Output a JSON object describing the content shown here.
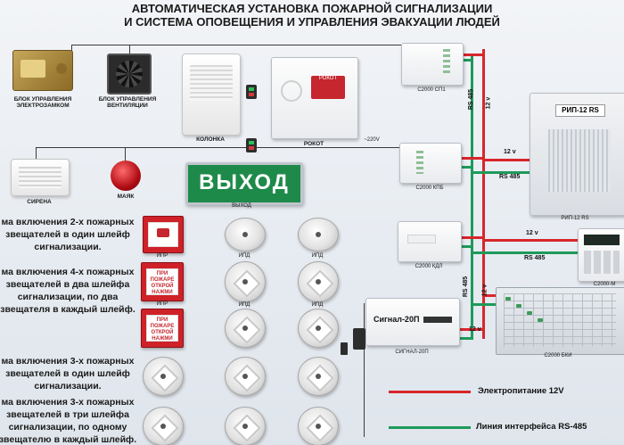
{
  "title": {
    "line1": "АВТОМАТИЧЕСКАЯ УСТАНОВКА  ПОЖАРНОЙ СИГНАЛИЗАЦИИ",
    "line2": "И СИСТЕМА ОПОВЕЩЕНИЯ И УПРАВЛЕНИЯ ЭВАКУАЦИИ ЛЮДЕЙ"
  },
  "devices": {
    "lock_label": "БЛОК УПРАВЛЕНИЯ ЭЛЕКТРОЗАМКОМ",
    "fan_label": "БЛОК УПРАВЛЕНИЯ ВЕНТИЛЯЦИИ",
    "speaker_label": "КОЛОНКА",
    "rokot_label": "РОКОТ",
    "rokot_panel": "РОКОТ",
    "rokot_voltage": "~220V",
    "siren_label": "СИРЕНА",
    "beacon_label": "МАЯК",
    "exit_sign": "ВЫХОД",
    "exit_label": "ВЫХОД",
    "s2000sp1_label": "С2000 СП1",
    "s2000kpb_label": "С2000 КПБ",
    "s2000kdl_label": "С2000 КДЛ",
    "rip_panel": "РИП-12 RS",
    "rip_label": "РИП-12 RS",
    "signal_brand": "Сигнал-20П",
    "signal_label": "СИГНАЛ-20П",
    "bki_label": "С2000 БКИ",
    "c2000m_label": "С2000-М"
  },
  "bus_labels": {
    "rs485_v1": "RS 485",
    "v12_v1": "12 v",
    "v12_h1": "12 v",
    "rs485_h1": "RS 485",
    "v12_h2": "12 v",
    "rs485_h2": "RS 485",
    "rs485_v2": "RS 485",
    "v12_v2": "12 v",
    "v12_h3": "12 v"
  },
  "detector_labels": {
    "ipr": "ИПР",
    "ipd": "ИПД"
  },
  "manual_text": "ПРИ ПОЖАРЕ ОТКРОЙ НАЖМИ",
  "schemes": [
    {
      "lines": [
        "ма включения 2-х пожарных",
        "звещателей в один шлейф",
        "сигнализации."
      ]
    },
    {
      "lines": [
        "ма включения 4-х пожарных",
        "звещателей в два шлейфа",
        "сигнализации, по два",
        "звещателя в каждый шлейф."
      ]
    },
    {
      "lines": [
        "ма включения 3-х пожарных",
        "звещателей в один шлейф",
        "сигнализации."
      ]
    },
    {
      "lines": [
        "ма включения 3-х пожарных",
        "звещателей в три шлейфа",
        "сигнализации, по одному",
        "звещателю в каждый шлейф."
      ]
    }
  ],
  "legend": {
    "power": "Электропитание 12V",
    "interface": "Линия интерфейса RS-485",
    "power_color": "#d8262b",
    "interface_color": "#1e9a5a"
  }
}
